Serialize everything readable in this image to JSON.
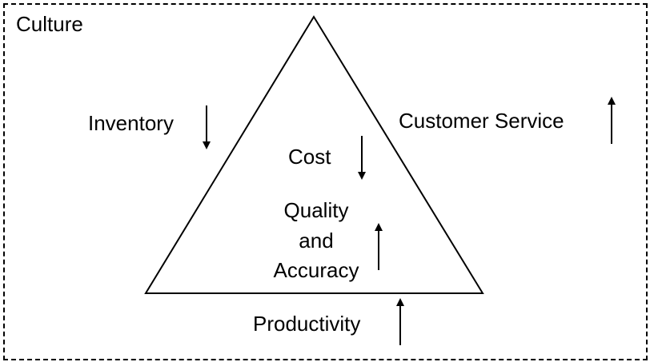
{
  "diagram": {
    "frame_label": "Culture",
    "outside_labels": {
      "inventory": {
        "text": "Inventory",
        "arrow": "down"
      },
      "customer_service": {
        "text": "Customer Service",
        "arrow": "up"
      },
      "productivity": {
        "text": "Productivity",
        "arrow": "up"
      }
    },
    "inside_labels": {
      "cost": {
        "text": "Cost",
        "arrow": "down"
      },
      "quality_line1": "Quality",
      "quality_line2": "and",
      "quality_line3": "Accuracy",
      "quality_arrow": "up"
    },
    "shape": "triangle",
    "colors": {
      "line": "#000000",
      "background": "#ffffff"
    }
  }
}
